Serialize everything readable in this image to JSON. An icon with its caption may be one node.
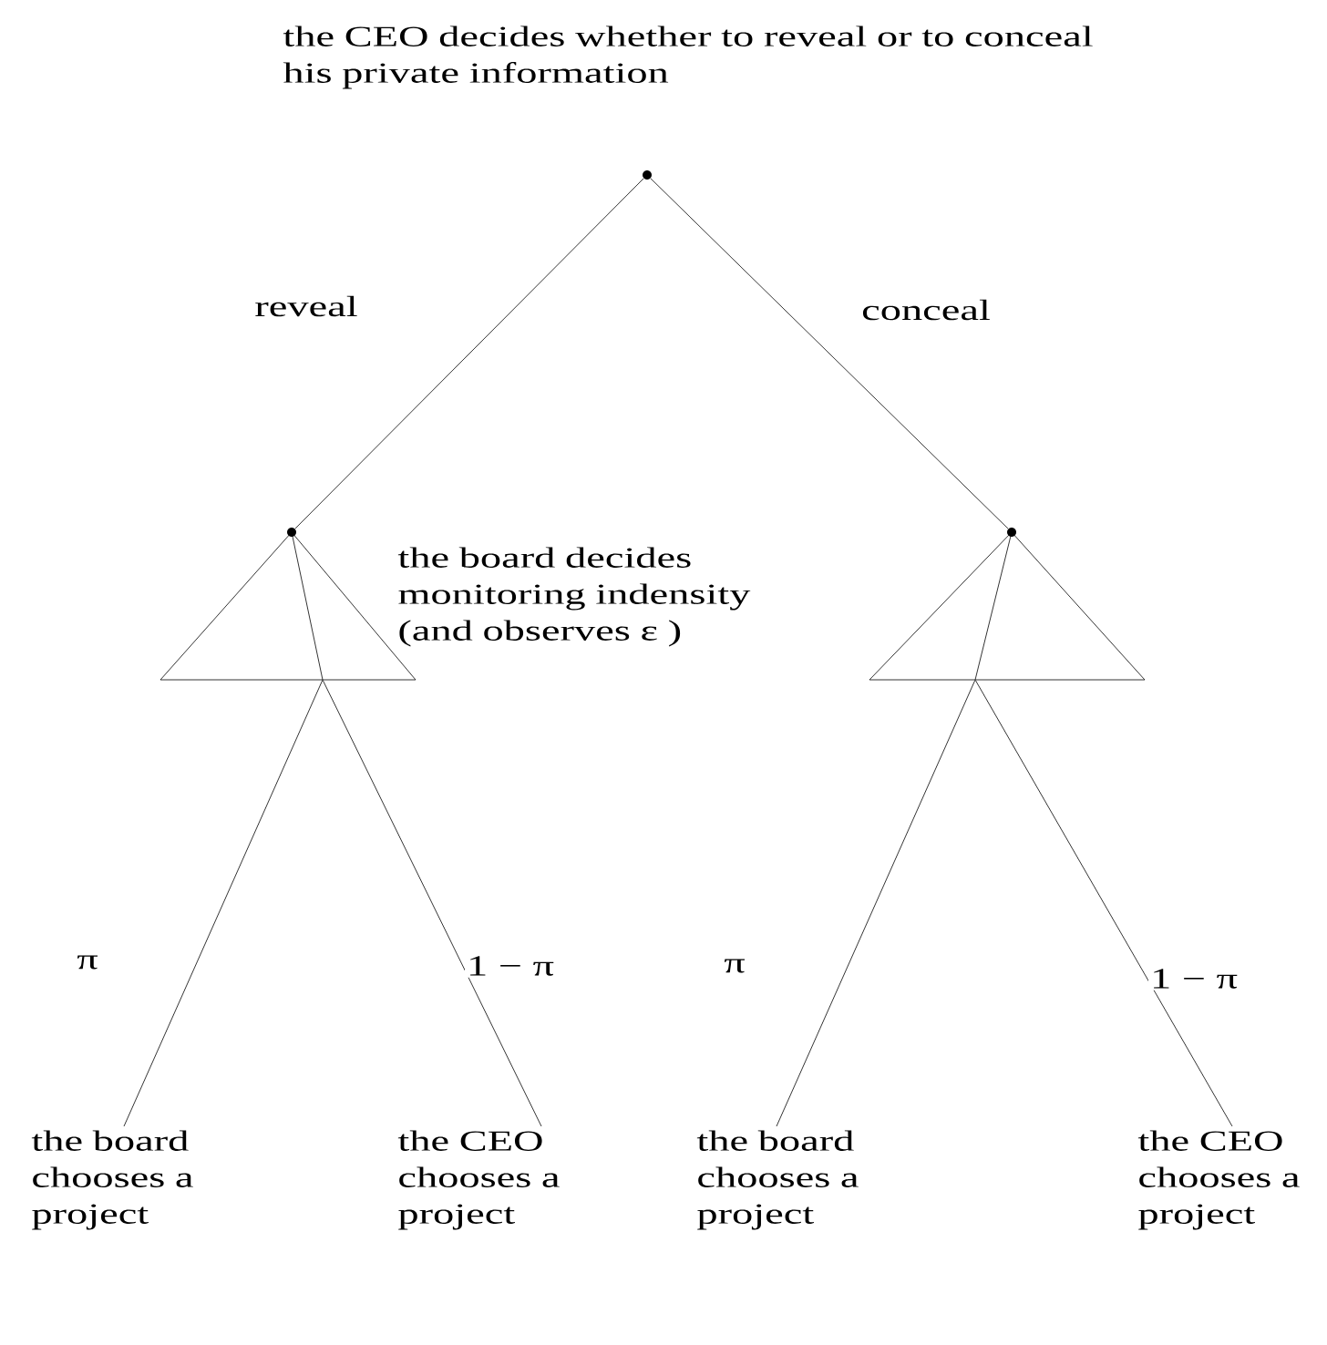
{
  "diagram": {
    "nodes": [
      {
        "text": [],
        "shape": "circle",
        "beside": [
          "the CEO decides whether to reveal or to conceal his private information"
        ]
      },
      {
        "text": [],
        "shape": "circle"
      },
      {
        "text": [],
        "shape": "circle"
      },
      {
        "text": [],
        "shape": "triangle"
      },
      {
        "text": [],
        "shape": "triangle"
      },
      {
        "text": [
          "the board chooses a project"
        ]
      },
      {
        "text": [
          "the CEO chooses a project"
        ]
      },
      {
        "text": [
          "the board chooses a project"
        ]
      },
      {
        "text": [
          "the CEO chooses a project"
        ]
      }
    ],
    "edges": [
      {
        "from": 0,
        "to": 1,
        "arrow": "none",
        "label": "reveal"
      },
      {
        "from": 0,
        "to": 2,
        "arrow": "none",
        "label": "conceal"
      },
      {
        "from": 3,
        "to": 5,
        "arrow": "none",
        "label": "π"
      },
      {
        "from": 3,
        "to": 6,
        "arrow": "none",
        "label": "1 − π"
      },
      {
        "from": 4,
        "to": 7,
        "arrow": "none",
        "label": "π"
      },
      {
        "from": 4,
        "to": 8,
        "arrow": "none",
        "label": "1 − π"
      }
    ],
    "labels": [
      "the board decides monitoring indensity (and observes ε )"
    ]
  }
}
